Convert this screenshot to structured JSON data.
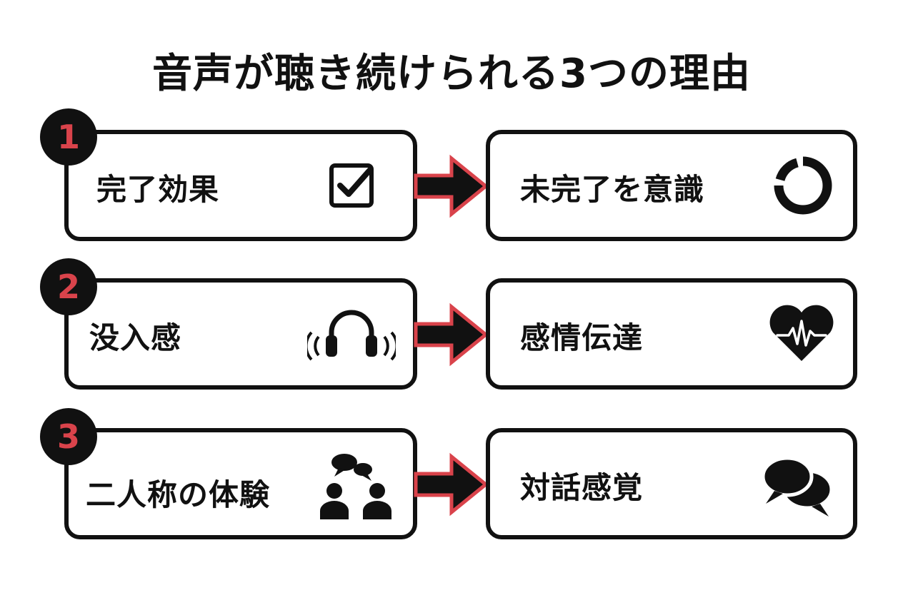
{
  "title": "音声が聴き続けられる3つの理由",
  "colors": {
    "accent": "#d9434b",
    "ink": "#111111"
  },
  "rows": [
    {
      "number": "1",
      "left": {
        "label": "完了効果",
        "icon": "checkbox-icon"
      },
      "right": {
        "label": "未完了を意識",
        "icon": "incomplete-ring-icon"
      }
    },
    {
      "number": "2",
      "left": {
        "label": "没入感",
        "icon": "headphones-icon"
      },
      "right": {
        "label": "感情伝達",
        "icon": "heartbeat-icon"
      }
    },
    {
      "number": "3",
      "left": {
        "label": "二人称の体験",
        "icon": "people-conversation-icon"
      },
      "right": {
        "label": "対話感覚",
        "icon": "speech-bubbles-icon"
      }
    }
  ]
}
